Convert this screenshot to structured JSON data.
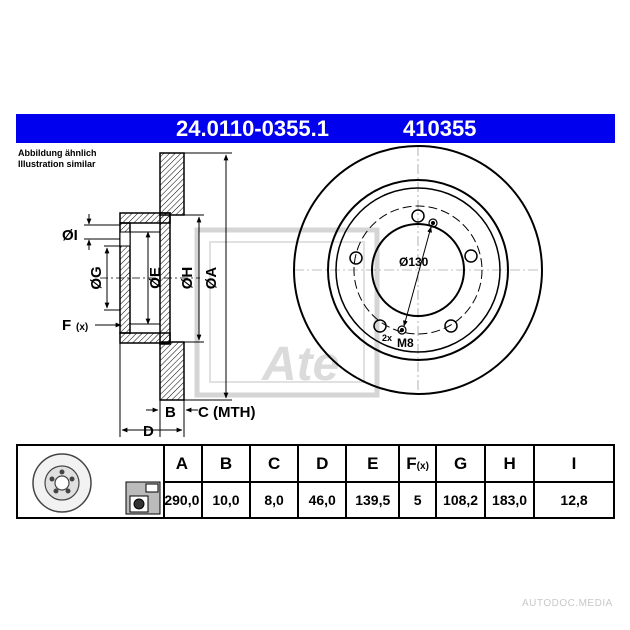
{
  "header": {
    "part_number": "24.0110-0355.1",
    "ate_code": "410355",
    "background_color": "#0000ee"
  },
  "notes": {
    "line1": "Abbildung ähnlich",
    "line2": "Illustration similar"
  },
  "drawing": {
    "labels": {
      "dim_i": "ØI",
      "dim_g": "ØG",
      "dim_e": "ØE",
      "dim_h": "ØH",
      "dim_a": "ØA",
      "f_label": "F",
      "f_sub": "(x)",
      "b_label": "B",
      "c_label": "C (MTH)",
      "d_label": "D",
      "bolt_circle": "Ø130",
      "thread_count": "2x",
      "thread": "M8"
    },
    "logo_text": "Ate"
  },
  "spec_table": {
    "headers": [
      "A",
      "B",
      "C",
      "D",
      "E",
      "F",
      "G",
      "H",
      "I"
    ],
    "f_subscript": "(x)",
    "values": [
      "290,0",
      "10,0",
      "8,0",
      "46,0",
      "139,5",
      "5",
      "108,2",
      "183,0",
      "12,8"
    ]
  },
  "watermark": "AUTODOC.MEDIA"
}
